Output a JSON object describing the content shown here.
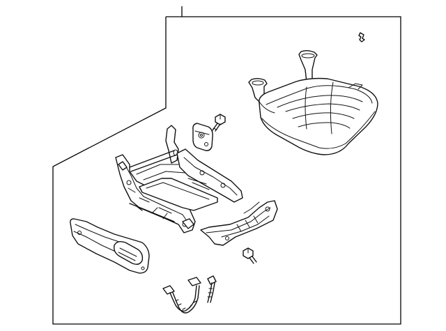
{
  "diagram": {
    "parts": [
      {
        "id": "seat-cushion",
        "icon": "seat-cushion-icon"
      },
      {
        "id": "seat-adjuster-frame",
        "icon": "seat-track-frame-icon"
      },
      {
        "id": "side-shield-panel",
        "icon": "side-shield-icon"
      },
      {
        "id": "mounting-bracket",
        "icon": "bracket-icon"
      },
      {
        "id": "bolt-upper",
        "icon": "bolt-icon"
      },
      {
        "id": "bolt-lower",
        "icon": "bolt-icon"
      },
      {
        "id": "clip",
        "icon": "clip-icon"
      },
      {
        "id": "wire-harness",
        "icon": "wire-harness-icon"
      }
    ],
    "colors": {
      "line": "#111111",
      "background": "#ffffff"
    }
  }
}
